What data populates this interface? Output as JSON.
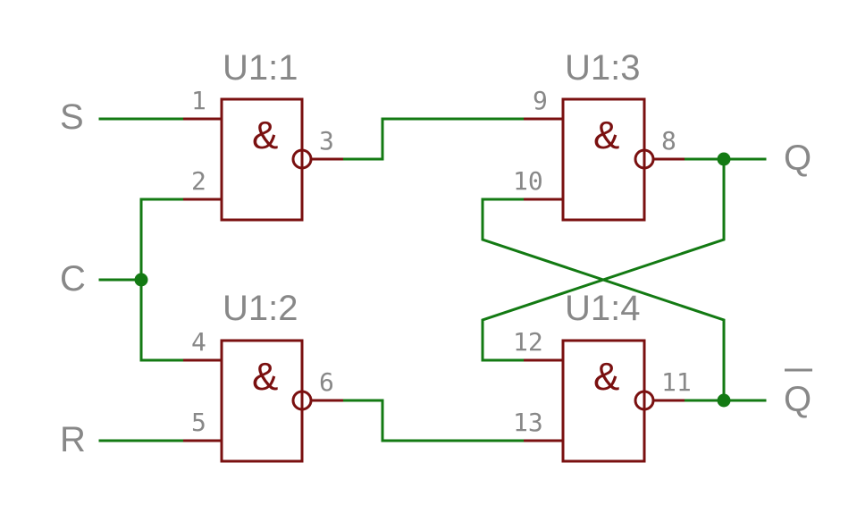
{
  "colors": {
    "wire": "#137a13",
    "gate": "#7a1010",
    "text": "#888888",
    "background": "#ffffff"
  },
  "signals": {
    "s": "S",
    "c": "C",
    "r": "R",
    "q": "Q",
    "qbar": "Q"
  },
  "gates": {
    "g1": {
      "name": "U1:1",
      "symbol": "&",
      "inputs": [
        "1",
        "2"
      ],
      "output": "3"
    },
    "g2": {
      "name": "U1:2",
      "symbol": "&",
      "inputs": [
        "4",
        "5"
      ],
      "output": "6"
    },
    "g3": {
      "name": "U1:3",
      "symbol": "&",
      "inputs": [
        "9",
        "10"
      ],
      "output": "8"
    },
    "g4": {
      "name": "U1:4",
      "symbol": "&",
      "inputs": [
        "12",
        "13"
      ],
      "output": "11"
    }
  }
}
